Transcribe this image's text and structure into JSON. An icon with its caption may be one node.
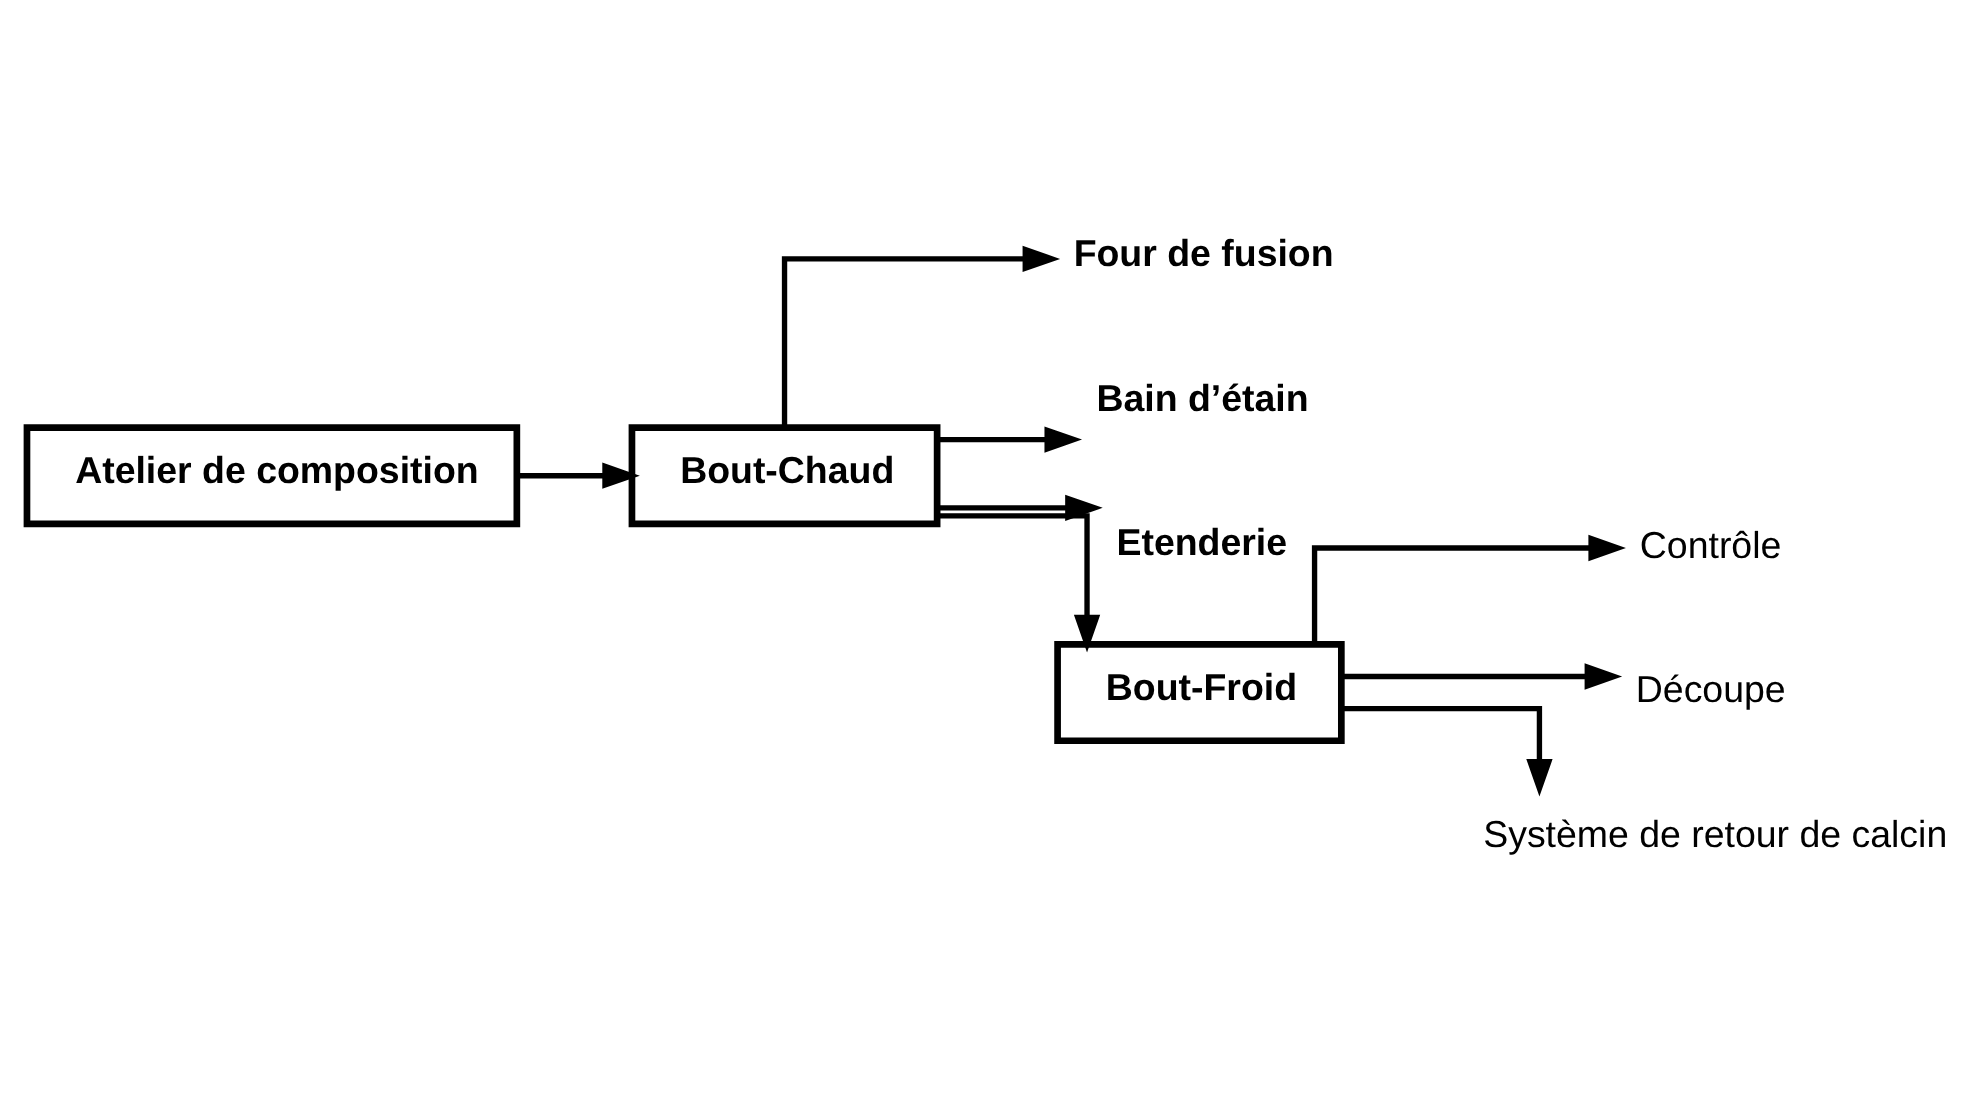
{
  "diagram": {
    "nodes": [
      {
        "text": [
          "Atelier de composition"
        ]
      },
      {
        "text": [
          "Bout-Chaud"
        ]
      },
      {
        "text": [
          "Four de fusion"
        ]
      },
      {
        "text": [
          "Bain d’étain"
        ]
      },
      {
        "text": [
          "Etenderie"
        ]
      },
      {
        "text": [
          "Bout-Froid"
        ]
      },
      {
        "text": [
          "Contrôle"
        ]
      },
      {
        "text": [
          "Découpe"
        ]
      },
      {
        "text": [
          "Système de retour de calcin"
        ]
      }
    ],
    "edges": [
      {
        "from": 0,
        "to": 1,
        "arrow": "to"
      },
      {
        "from": 1,
        "to": 2,
        "arrow": "to"
      },
      {
        "from": 1,
        "to": 3,
        "arrow": "to"
      },
      {
        "from": 1,
        "to": 4,
        "arrow": "to"
      },
      {
        "from": 1,
        "to": 5,
        "arrow": "to"
      },
      {
        "from": 5,
        "to": 6,
        "arrow": "to"
      },
      {
        "from": 5,
        "to": 7,
        "arrow": "to"
      },
      {
        "from": 5,
        "to": 8,
        "arrow": "to"
      }
    ]
  }
}
